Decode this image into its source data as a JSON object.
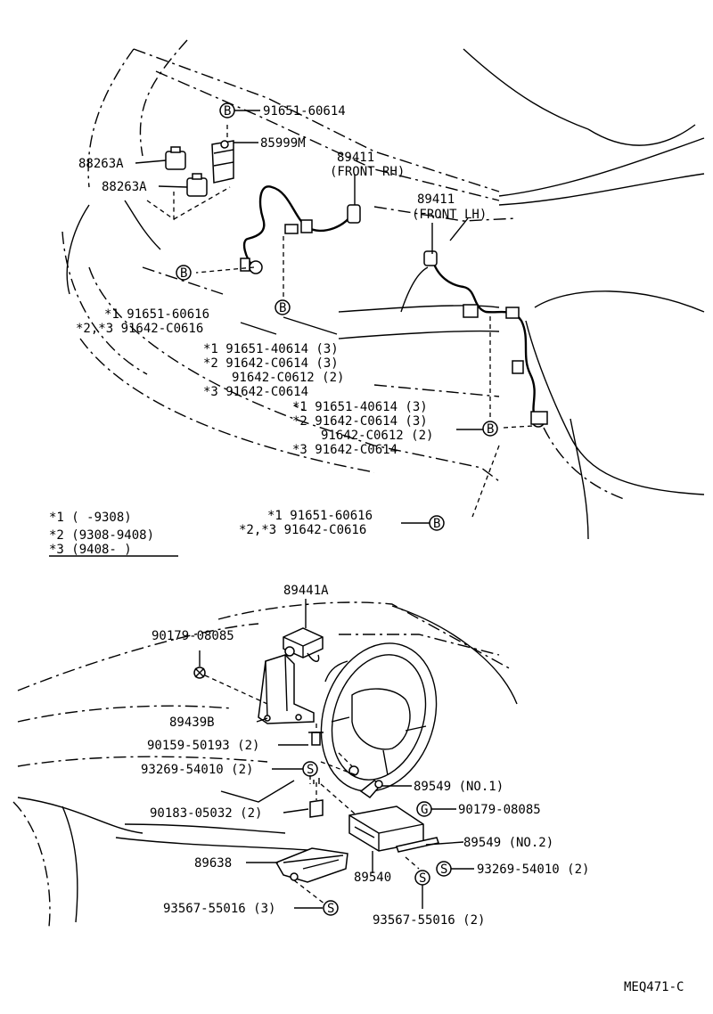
{
  "upper": {
    "p91651_60614": "91651-60614",
    "p85999m": "85999M",
    "p88263a_1": "88263A",
    "p88263a_2": "88263A",
    "p89411_rh": "89411",
    "front_rh": "(FRONT RH)",
    "p89411_lh": "89411",
    "front_lh": "(FRONT LH)",
    "group_a": [
      "*1 91651-60616",
      "*2,*3 91642-C0616"
    ],
    "group_b": [
      "*1 91651-40614 (3)",
      "*2 91642-C0614 (3)",
      "91642-C0612 (2)",
      "*3 91642-C0614"
    ],
    "group_c": [
      "*1 91651-40614 (3)",
      "*2 91642-C0614 (3)",
      "91642-C0612 (2)",
      "*3 91642-C0614"
    ],
    "group_d": [
      "*1 91651-60616",
      "*2,*3 91642-C0616"
    ]
  },
  "legend": [
    "*1 (      -9308)",
    "*2 (9308-9408)",
    "*3 (9408-      )"
  ],
  "lower": {
    "p89441a": "89441A",
    "p90179_08085_a": "90179-08085",
    "p89439b": "89439B",
    "p90159_50193": "90159-50193 (2)",
    "p93269_54010_a": "93269-54010 (2)",
    "p89549_no1": "89549 (NO.1)",
    "p90183_05032": "90183-05032 (2)",
    "p90179_08085_b": "90179-08085",
    "p89549_no2": "89549 (NO.2)",
    "p89638": "89638",
    "p89540": "89540",
    "p93269_54010_b": "93269-54010 (2)",
    "p93567_55016_a": "93567-55016 (3)",
    "p93567_55016_b": "93567-55016 (2)"
  },
  "symbols": {
    "bolt_b": "B",
    "screw_s": "S"
  },
  "code": "MEQ471-C"
}
